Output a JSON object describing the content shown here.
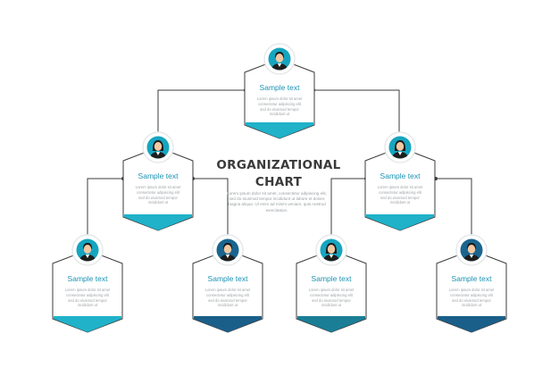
{
  "title": {
    "line1": "ORGANIZATIONAL",
    "line2": "CHART",
    "description": "Lorem ipsum dolor sit amet, consectetur adipiscing elit, sed do eiusmod tempor incididunt ut labore et dolore magna aliqua. Ut enim ad minim veniam, quis nostrud exercitation."
  },
  "colors": {
    "teal": "#1fb2c9",
    "dark_teal": "#1a7e97",
    "navy": "#1a5f8a",
    "line": "#3b3b3b",
    "label": "#1a93b2",
    "avatar_teal": "#16a5c0",
    "avatar_navy": "#19658f"
  },
  "nodes": [
    {
      "id": "ceo",
      "label": "Sample text",
      "description": "Lorem ipsum dolor sit amet consectetur adipiscing elit sed do eiusmod tempor incididunt ut",
      "avatar": "man-avatar-icon",
      "avatar_color": "teal",
      "bar_color": "teal"
    },
    {
      "id": "manager-left",
      "label": "Sample text",
      "description": "Lorem ipsum dolor sit amet consectetur adipiscing elit sed do eiusmod tempor incididunt ut",
      "avatar": "woman-avatar-icon",
      "avatar_color": "teal",
      "bar_color": "teal"
    },
    {
      "id": "manager-right",
      "label": "Sample text",
      "description": "Lorem ipsum dolor sit amet consectetur adipiscing elit sed do eiusmod tempor incididunt ut",
      "avatar": "woman-avatar-icon",
      "avatar_color": "teal",
      "bar_color": "teal"
    },
    {
      "id": "staff-1",
      "label": "Sample text",
      "description": "Lorem ipsum dolor sit amet consectetur adipiscing elit sed do eiusmod tempor incididunt ut",
      "avatar": "man-avatar-icon",
      "avatar_color": "teal",
      "bar_color": "teal"
    },
    {
      "id": "staff-2",
      "label": "Sample text",
      "description": "Lorem ipsum dolor sit amet consectetur adipiscing elit sed do eiusmod tempor incididunt ut",
      "avatar": "man-avatar-icon",
      "avatar_color": "navy",
      "bar_color": "navy"
    },
    {
      "id": "staff-3",
      "label": "Sample text",
      "description": "Lorem ipsum dolor sit amet consectetur adipiscing elit sed do eiusmod tempor incididunt ut",
      "avatar": "woman-avatar-icon",
      "avatar_color": "teal",
      "bar_color": "dark_teal"
    },
    {
      "id": "staff-4",
      "label": "Sample text",
      "description": "Lorem ipsum dolor sit amet consectetur adipiscing elit sed do eiusmod tempor incididunt ut",
      "avatar": "man-avatar-icon",
      "avatar_color": "navy",
      "bar_color": "navy"
    }
  ],
  "edges": [
    {
      "from": "ceo",
      "to": "manager-left"
    },
    {
      "from": "ceo",
      "to": "manager-right"
    },
    {
      "from": "manager-left",
      "to": "staff-1"
    },
    {
      "from": "manager-left",
      "to": "staff-2"
    },
    {
      "from": "manager-right",
      "to": "staff-3"
    },
    {
      "from": "manager-right",
      "to": "staff-4"
    }
  ]
}
